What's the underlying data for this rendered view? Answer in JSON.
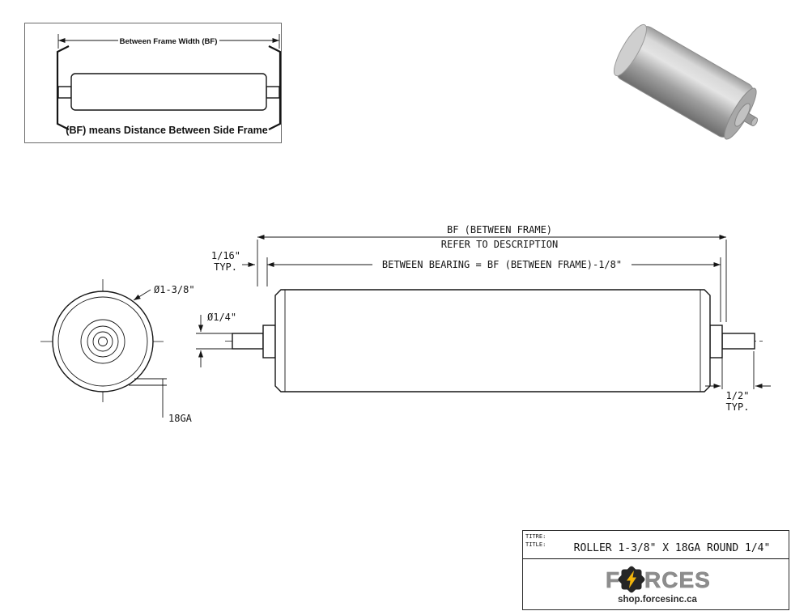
{
  "inset": {
    "dim_label": "Between Frame Width (BF)",
    "caption": "(BF) means Distance Between Side Frame"
  },
  "end_view": {
    "diameter_label": "Ø1-3/8\"",
    "gauge_label": "18GA"
  },
  "side_view": {
    "bf_label_line1": "BF (BETWEEN FRAME)",
    "bf_label_line2": "REFER TO DESCRIPTION",
    "between_bearing_label": "BETWEEN BEARING = BF (BETWEEN FRAME)-1/8\"",
    "left_typ_value": "1/16\"",
    "left_typ_suffix": "TYP.",
    "shaft_diameter_label": "Ø1/4\"",
    "right_typ_value": "1/2\"",
    "right_typ_suffix": "TYP."
  },
  "title_block": {
    "label_row1": "TITRE:",
    "label_row2": "TITLE:",
    "drawing_title": "ROLLER 1-3/8\" X 18GA ROUND 1/4\"",
    "brand_prefix": "F",
    "brand_suffix": "RCES",
    "brand_full": "FORCES",
    "website": "shop.forcesinc.ca"
  },
  "colors": {
    "ink": "#151515",
    "accent_yellow": "#f2b50c",
    "brand_gray": "#8d8d8d"
  }
}
